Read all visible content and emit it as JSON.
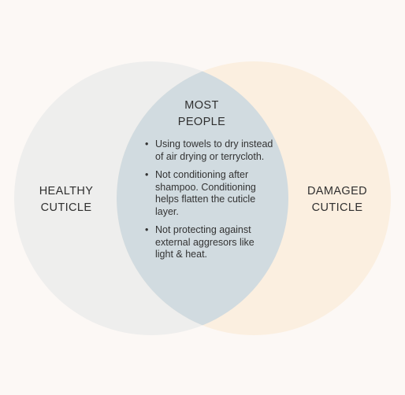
{
  "diagram": {
    "left_set": {
      "label": "HEALTHY\nCUTICLE",
      "color": "#eeeeed"
    },
    "right_set": {
      "label": "DAMAGED\nCUTICLE",
      "color": "#fbefe0"
    },
    "overlap": {
      "label": "MOST\nPEOPLE",
      "color": "#d1dbe0",
      "points": [
        "Using towels to dry instead of air drying or terrycloth.",
        "Not conditioning after shampoo. Conditioning helps flatten the cuticle layer.",
        "Not protecting against external aggresors like light & heat."
      ]
    },
    "background": "#fcf8f5"
  }
}
